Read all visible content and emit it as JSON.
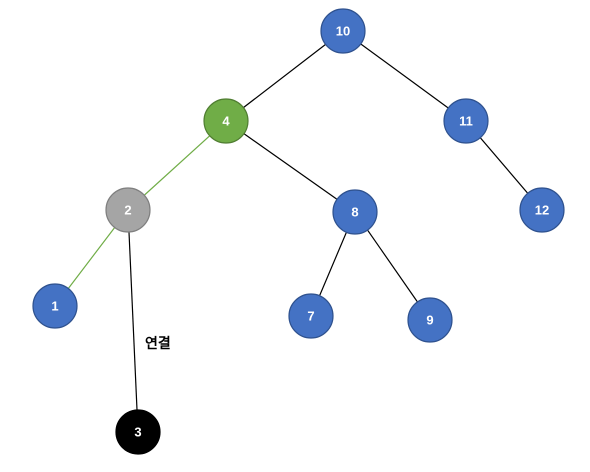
{
  "colors": {
    "node_default": "#4472c4",
    "node_highlight": "#70ad47",
    "node_visited": "#a5a5a5",
    "node_new": "#000000",
    "edge_default": "#000000",
    "edge_highlight": "#70ad47",
    "node_stroke_default": "#2f528f",
    "node_stroke_highlight": "#507e32",
    "node_stroke_visited": "#7f7f7f",
    "node_stroke_new": "#000000"
  },
  "nodes": [
    {
      "id": "n10",
      "label": "10",
      "state": "default"
    },
    {
      "id": "n4",
      "label": "4",
      "state": "highlight"
    },
    {
      "id": "n11",
      "label": "11",
      "state": "default"
    },
    {
      "id": "n2",
      "label": "2",
      "state": "visited"
    },
    {
      "id": "n8",
      "label": "8",
      "state": "default"
    },
    {
      "id": "n12",
      "label": "12",
      "state": "default"
    },
    {
      "id": "n1",
      "label": "1",
      "state": "default"
    },
    {
      "id": "n7",
      "label": "7",
      "state": "default"
    },
    {
      "id": "n9",
      "label": "9",
      "state": "default"
    },
    {
      "id": "n3",
      "label": "3",
      "state": "new"
    }
  ],
  "edges": [
    {
      "from": "n10",
      "to": "n4",
      "state": "default"
    },
    {
      "from": "n10",
      "to": "n11",
      "state": "default"
    },
    {
      "from": "n4",
      "to": "n2",
      "state": "highlight"
    },
    {
      "from": "n4",
      "to": "n8",
      "state": "default"
    },
    {
      "from": "n11",
      "to": "n12",
      "state": "default"
    },
    {
      "from": "n2",
      "to": "n1",
      "state": "highlight"
    },
    {
      "from": "n2",
      "to": "n3",
      "state": "default"
    },
    {
      "from": "n8",
      "to": "n7",
      "state": "default"
    },
    {
      "from": "n8",
      "to": "n9",
      "state": "default"
    }
  ],
  "annotation": {
    "text": "연결"
  }
}
